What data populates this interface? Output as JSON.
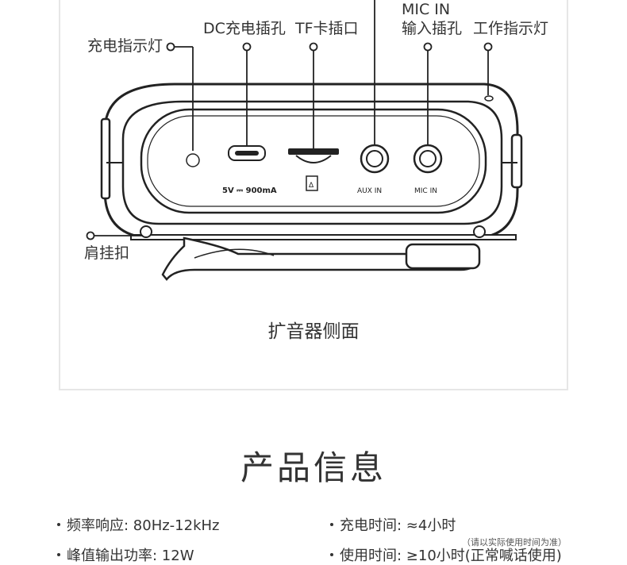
{
  "callouts": {
    "charge_indicator": "充电指示灯",
    "dc_port": "DC充电插孔",
    "tf_slot": "TF卡插口",
    "mic_in_top": "MIC IN",
    "mic_in_bottom": "输入插孔",
    "work_indicator": "工作指示灯",
    "shoulder_clip": "肩挂扣"
  },
  "device_labels": {
    "power_spec": "5V ⎓ 900mA",
    "aux_in": "AUX  IN",
    "mic_in": "MIC  IN"
  },
  "caption": "扩音器侧面",
  "section_title": "产品信息",
  "specs": {
    "freq_response": "频率响应: 80Hz-12kHz",
    "charge_time": "充电时间: ≈4小时",
    "peak_output": "峰值输出功率: 12W",
    "use_time": "使用时间: ≥10小时(正常喊话使用)",
    "use_time_note": "（请以实际使用时间为准）"
  }
}
